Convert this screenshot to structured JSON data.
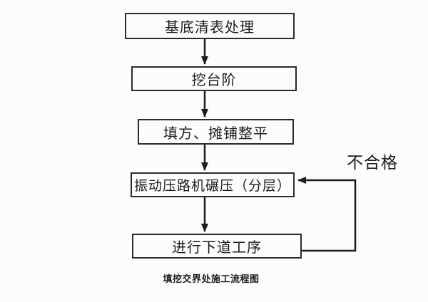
{
  "diagram": {
    "caption": "填挖交界处施工流程图",
    "feedback_label": "不合格",
    "nodes": [
      {
        "id": "node-1",
        "label": "基底清表处理"
      },
      {
        "id": "node-2",
        "label": "挖台阶"
      },
      {
        "id": "node-3",
        "label": "填方、摊铺整平"
      },
      {
        "id": "node-4",
        "label": "振动压路机碾压（分层）"
      },
      {
        "id": "node-5",
        "label": "进行下道工序"
      }
    ],
    "edges": [
      {
        "from": "基底清表处理",
        "to": "挖台阶",
        "type": "down-arrow"
      },
      {
        "from": "挖台阶",
        "to": "填方、摊铺整平",
        "type": "down-arrow"
      },
      {
        "from": "填方、摊铺整平",
        "to": "振动压路机碾压（分层）",
        "type": "down-arrow"
      },
      {
        "from": "振动压路机碾压（分层）",
        "to": "进行下道工序",
        "type": "down-arrow"
      },
      {
        "from": "进行下道工序",
        "to": "振动压路机碾压（分层）",
        "type": "feedback-loop",
        "label": "不合格"
      }
    ],
    "colors": {
      "background": "#fdfcfd",
      "box_border": "#2b2b2b",
      "line": "#1c1c1c",
      "text": "#1c1c1c"
    }
  }
}
